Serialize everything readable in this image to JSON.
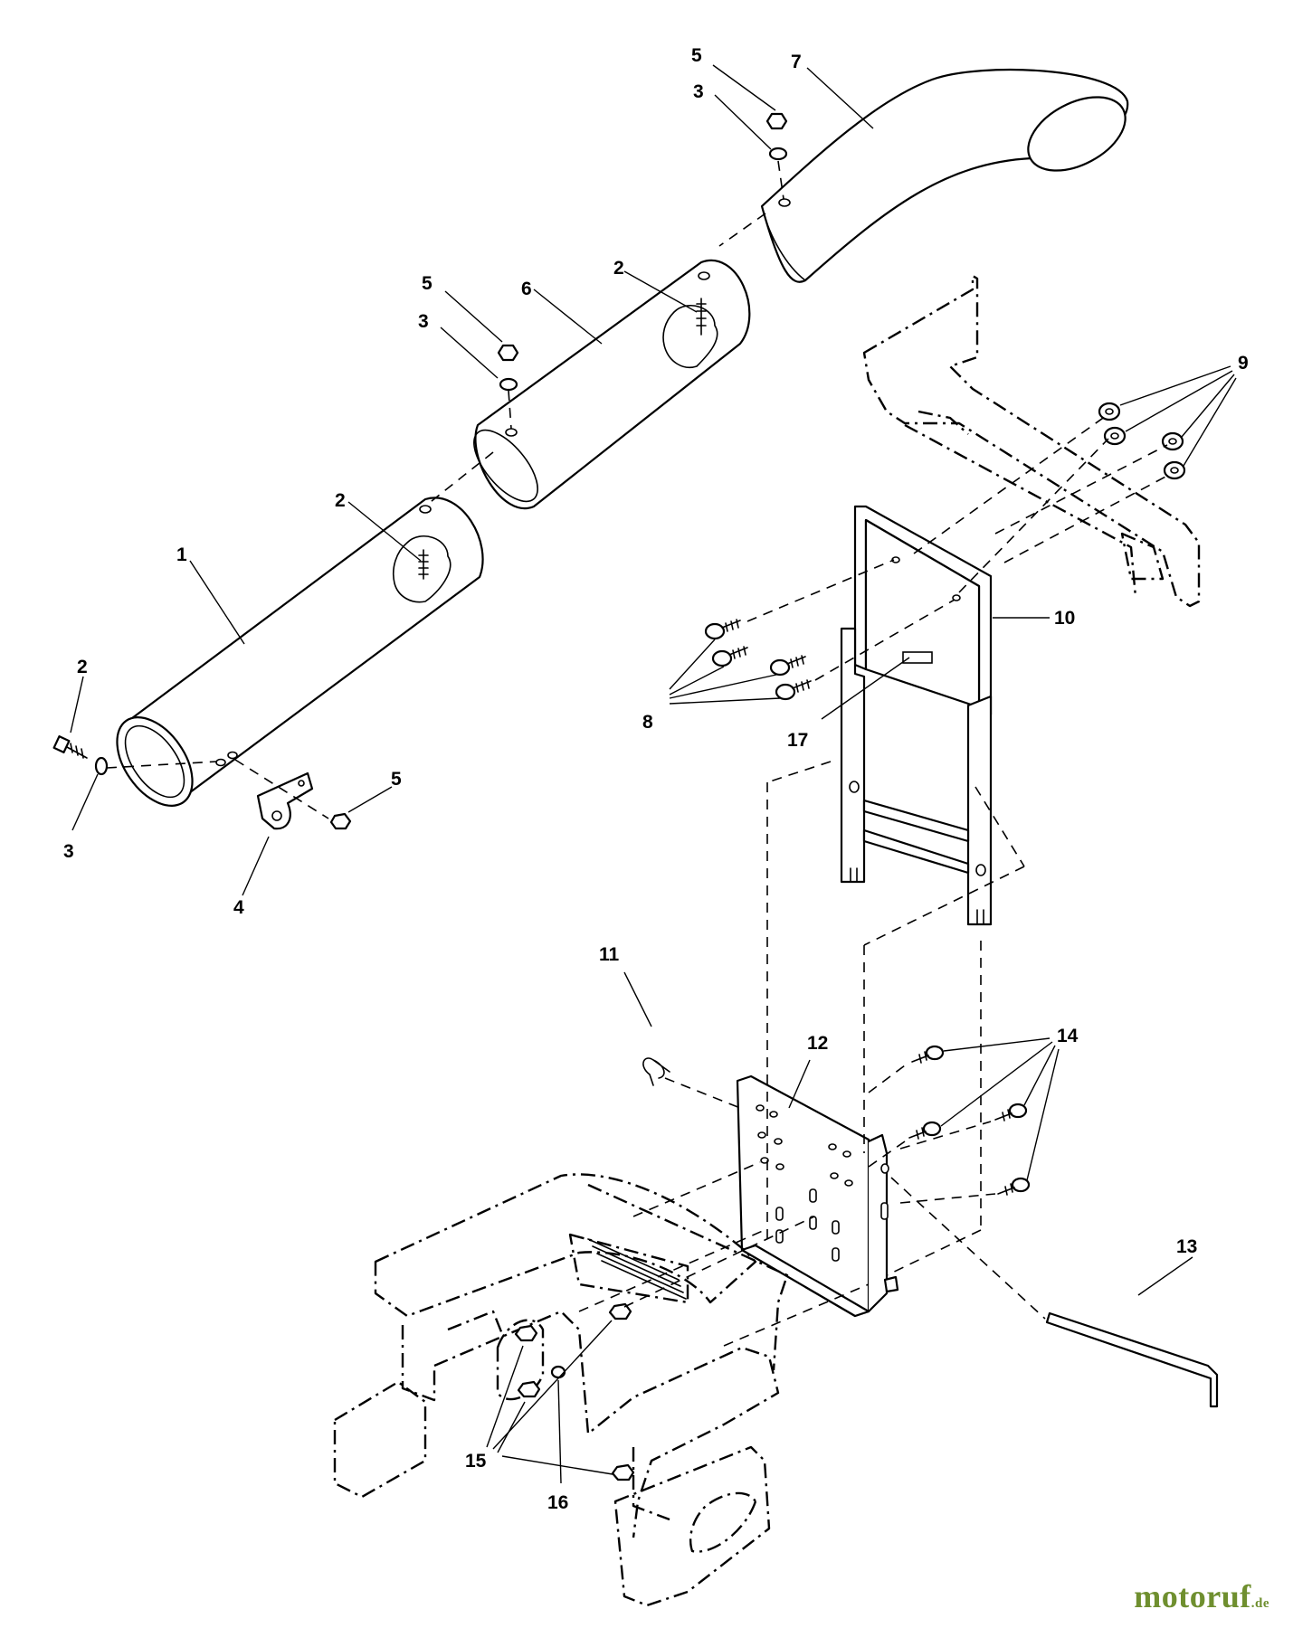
{
  "callouts": {
    "c1": "1",
    "c2a": "2",
    "c2b": "2",
    "c2c": "2",
    "c3a": "3",
    "c3b": "3",
    "c3c": "3",
    "c4": "4",
    "c5a": "5",
    "c5b": "5",
    "c5c": "5",
    "c6": "6",
    "c7": "7",
    "c8": "8",
    "c9": "9",
    "c10": "10",
    "c11": "11",
    "c12": "12",
    "c13": "13",
    "c14": "14",
    "c15": "15",
    "c16": "16",
    "c17": "17"
  },
  "watermark": {
    "main": "motoruf",
    "suffix": ".de"
  }
}
